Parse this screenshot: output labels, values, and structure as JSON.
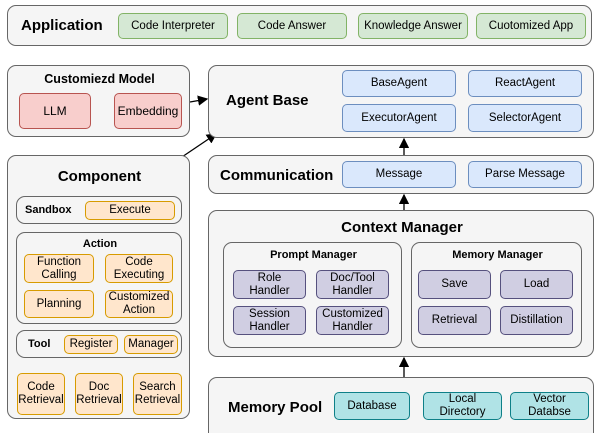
{
  "application": {
    "title": "Application",
    "items": [
      "Code Interpreter",
      "Code Answer",
      "Knowledge Answer",
      "Cuotomized App"
    ]
  },
  "customized_model": {
    "title": "Customiezd Model",
    "items": [
      "LLM",
      "Embedding"
    ]
  },
  "agent_base": {
    "title": "Agent Base",
    "items": [
      "BaseAgent",
      "ReactAgent",
      "ExecutorAgent",
      "SelectorAgent"
    ]
  },
  "communication": {
    "title": "Communication",
    "items": [
      "Message",
      "Parse Message"
    ]
  },
  "component": {
    "title": "Component",
    "sandbox": {
      "title": "Sandbox",
      "item": "Execute"
    },
    "action": {
      "title": "Action",
      "items": [
        "Function\nCalling",
        "Code\nExecuting",
        "Planning",
        "Customized\nAction"
      ]
    },
    "tool": {
      "title": "Tool",
      "items": [
        "Register",
        "Manager"
      ]
    },
    "retrieval": [
      "Code\nRetrieval",
      "Doc\nRetrieval",
      "Search\nRetrieval"
    ]
  },
  "context_manager": {
    "title": "Context Manager",
    "prompt_manager": {
      "title": "Prompt Manager",
      "items": [
        "Role\nHandler",
        "Doc/Tool\nHandler",
        "Session\nHandler",
        "Customized\nHandler"
      ]
    },
    "memory_manager": {
      "title": "Memory Manager",
      "items": [
        "Save",
        "Load",
        "Retrieval",
        "Distillation"
      ]
    }
  },
  "memory_pool": {
    "title": "Memory Pool",
    "items": [
      "Database",
      "Local\nDirectory",
      "Vector\nDatabse"
    ]
  }
}
